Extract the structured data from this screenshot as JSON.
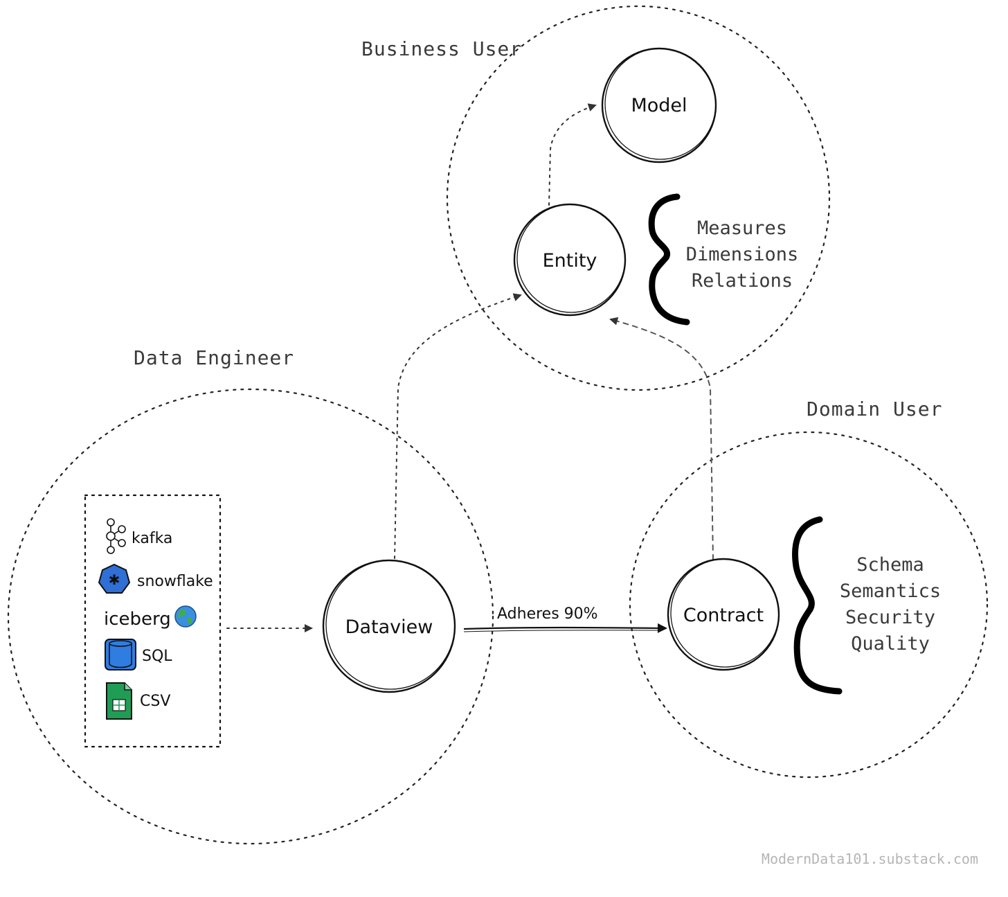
{
  "zones": {
    "data_engineer": "Data Engineer",
    "business_user": "Business User",
    "domain_user": "Domain User"
  },
  "nodes": {
    "model": "Model",
    "entity": "Entity",
    "dataview": "Dataview",
    "contract": "Contract"
  },
  "entity_attributes": [
    "Measures",
    "Dimensions",
    "Relations"
  ],
  "contract_attributes": [
    "Schema",
    "Semantics",
    "Security",
    "Quality"
  ],
  "sources": {
    "kafka": "kafka",
    "snowflake": "snowflake",
    "iceberg": "iceberg",
    "sql": "SQL",
    "csv": "CSV"
  },
  "edges": {
    "dataview_to_contract": "Adheres 90%"
  },
  "icons": {
    "kafka": "kafka-icon",
    "snowflake": "snowflake-icon",
    "iceberg": "globe-icon",
    "sql": "database-icon",
    "csv": "spreadsheet-icon"
  },
  "colors": {
    "snowflake": "#2f6fd6",
    "sql": "#2f7de1",
    "csv": "#1f9d55",
    "watermark": "#b5b5b5"
  },
  "watermark": "ModernData101.substack.com"
}
